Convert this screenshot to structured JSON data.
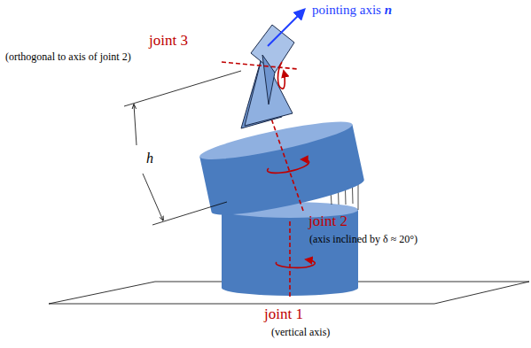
{
  "diagram": {
    "labels": [
      "pointing axis n",
      "joint 3",
      "(orthogonal to axis of joint 2)",
      "h",
      "joint 2",
      "(axis inclined by δ ≈ 20°)",
      "joint 1",
      "(vertical axis)"
    ]
  }
}
